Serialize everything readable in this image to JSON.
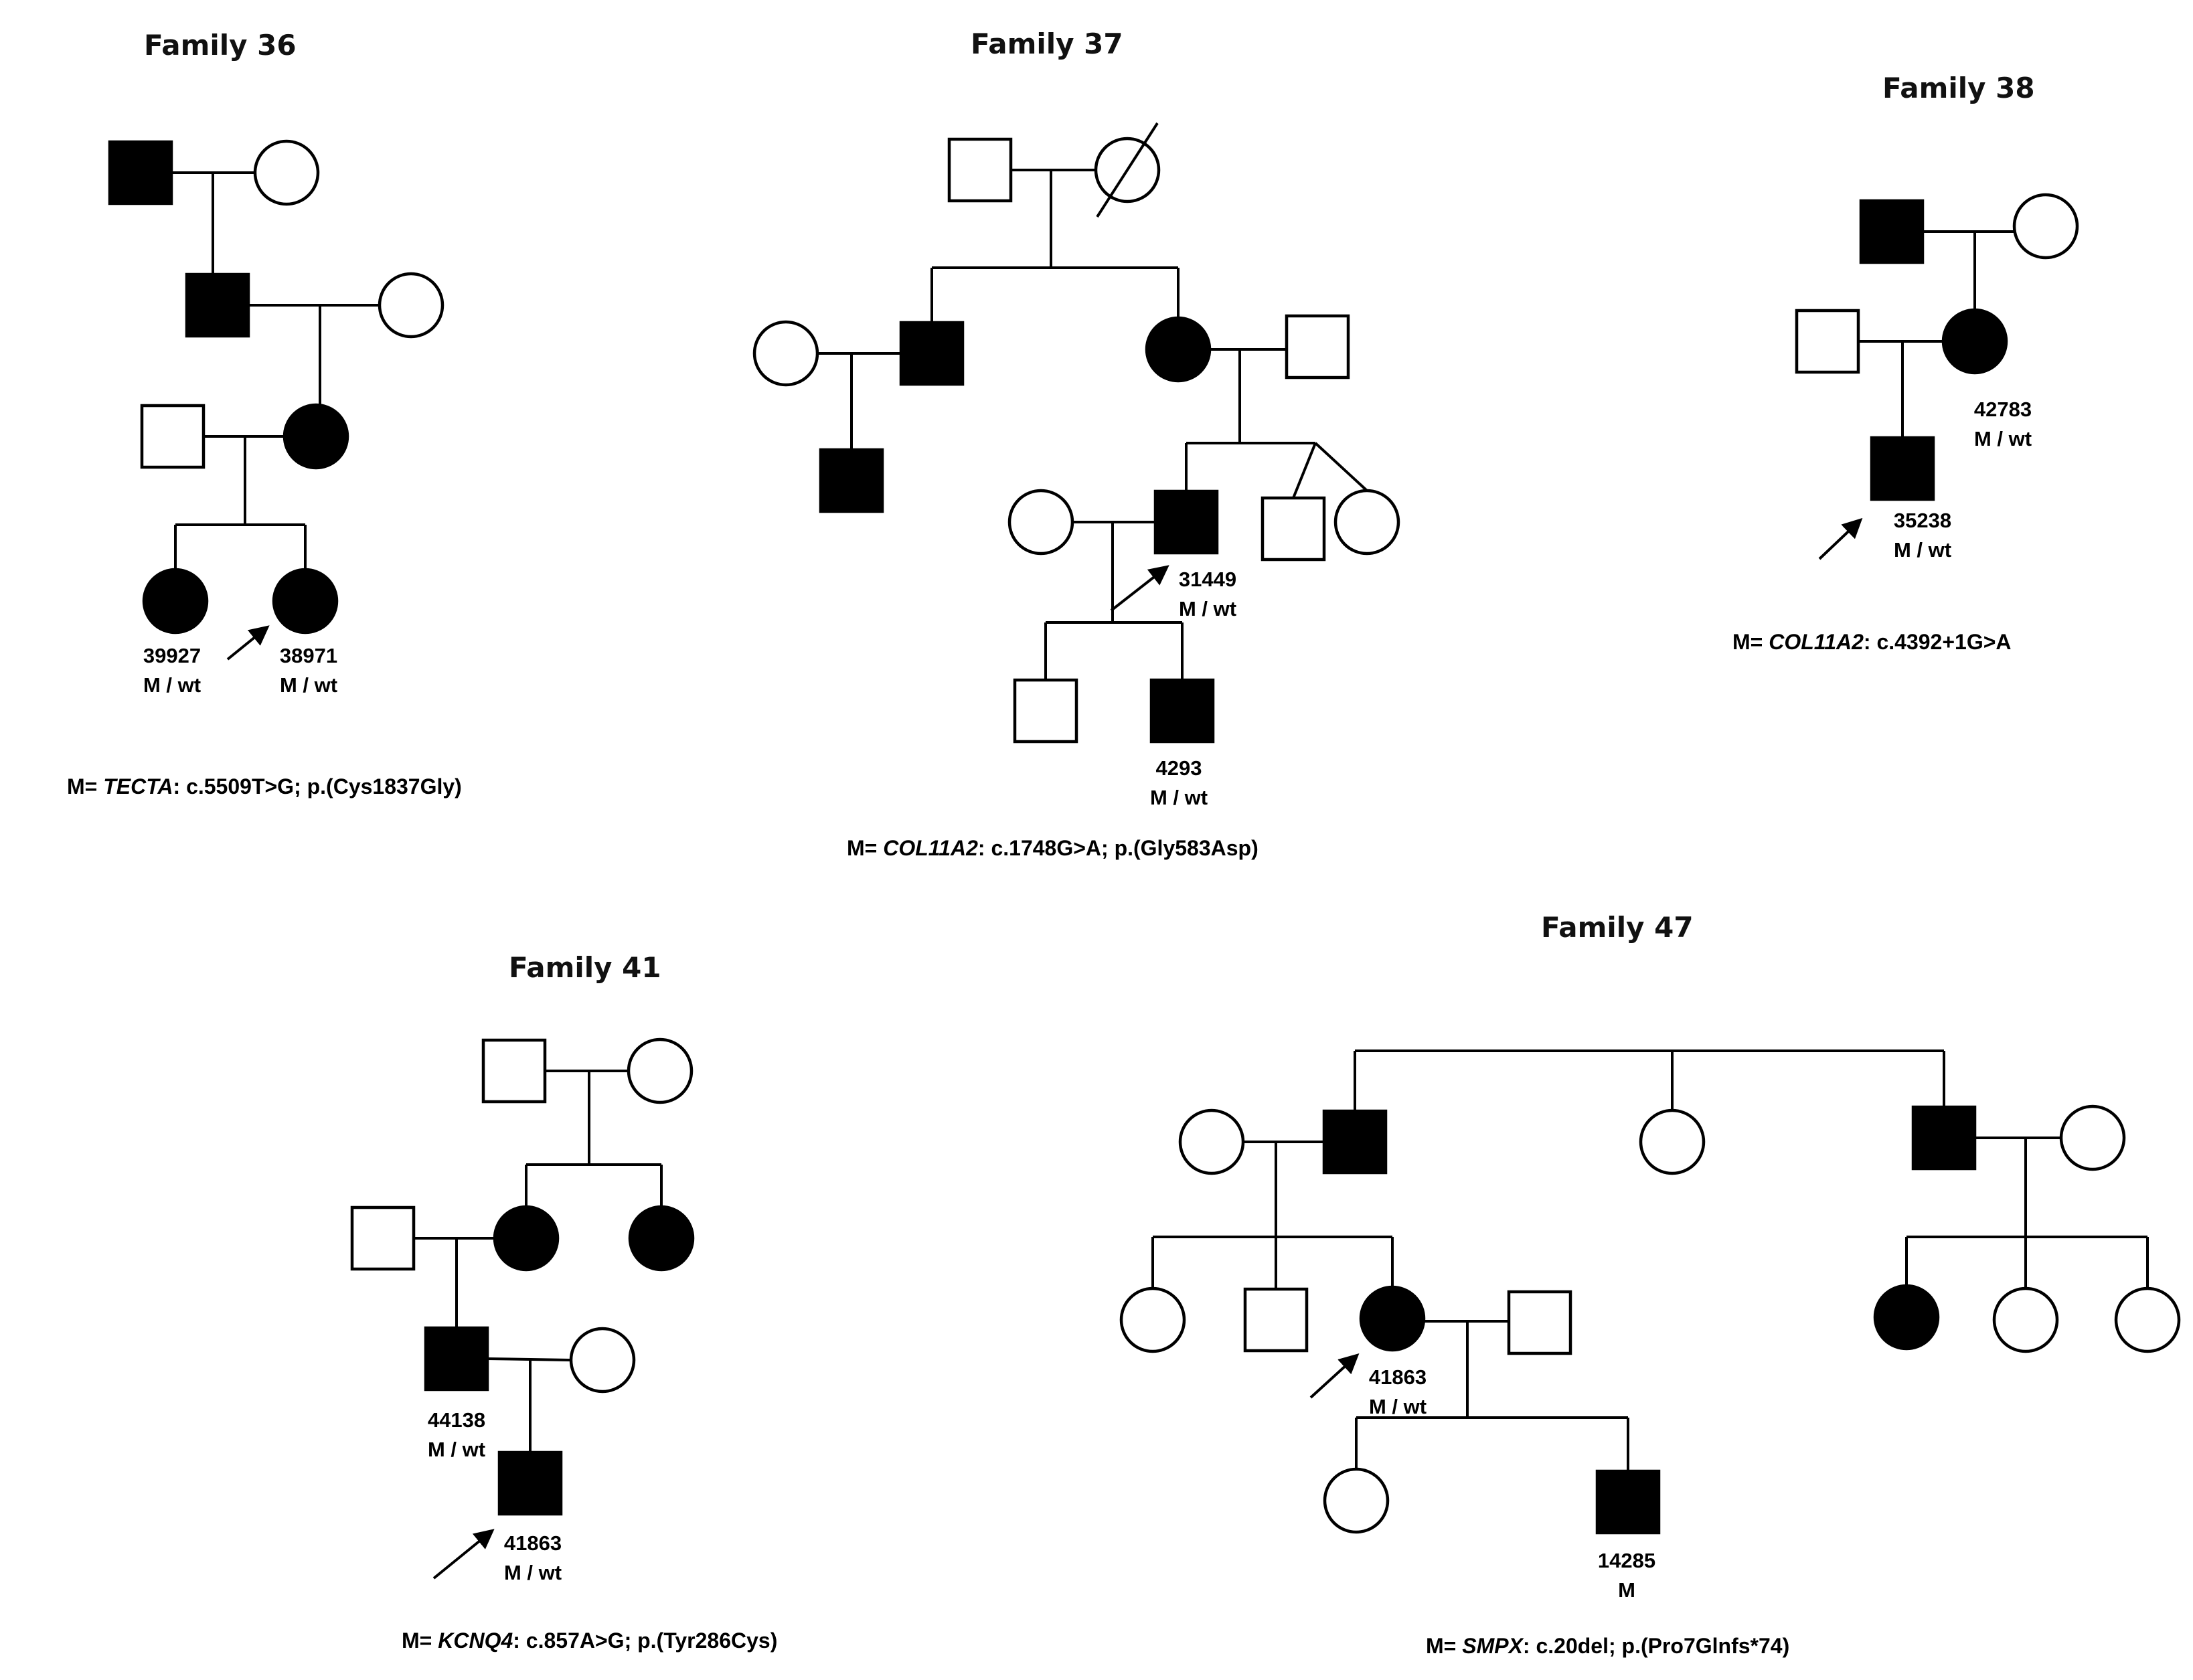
{
  "colors": {
    "affected": "#000000",
    "unaffected": "#ffffff",
    "line": "#000000"
  },
  "families": [
    {
      "title": "Family 36",
      "mutation": {
        "prefix": "M= ",
        "gene": "TECTA",
        "rest": ": c.5509T>G; p.(Cys1837Gly)"
      },
      "individuals": [
        {
          "sex": "male",
          "affected": true,
          "ids": []
        },
        {
          "sex": "female",
          "affected": false,
          "ids": []
        },
        {
          "sex": "male",
          "affected": true,
          "ids": []
        },
        {
          "sex": "female",
          "affected": false,
          "ids": []
        },
        {
          "sex": "male",
          "affected": false,
          "ids": []
        },
        {
          "sex": "female",
          "affected": true,
          "ids": []
        },
        {
          "sex": "female",
          "affected": true,
          "ids": [
            "39927",
            "M / wt"
          ]
        },
        {
          "sex": "female",
          "affected": true,
          "proband": true,
          "ids": [
            "38971",
            "M / wt"
          ]
        }
      ]
    },
    {
      "title": "Family 37",
      "mutation": {
        "prefix": "M= ",
        "gene": "COL11A2",
        "rest": ": c.1748G>A; p.(Gly583Asp)"
      },
      "individuals": [
        {
          "sex": "male",
          "affected": false,
          "ids": []
        },
        {
          "sex": "female",
          "affected": false,
          "deceased": true,
          "ids": []
        },
        {
          "sex": "female",
          "affected": false,
          "ids": []
        },
        {
          "sex": "male",
          "affected": true,
          "ids": []
        },
        {
          "sex": "female",
          "affected": true,
          "ids": []
        },
        {
          "sex": "male",
          "affected": false,
          "ids": []
        },
        {
          "sex": "male",
          "affected": true,
          "ids": []
        },
        {
          "sex": "female",
          "affected": false,
          "ids": []
        },
        {
          "sex": "male",
          "affected": true,
          "proband": true,
          "ids": [
            "31449",
            "M / wt"
          ]
        },
        {
          "sex": "male",
          "affected": false,
          "ids": []
        },
        {
          "sex": "female",
          "affected": false,
          "ids": []
        },
        {
          "sex": "male",
          "affected": false,
          "ids": []
        },
        {
          "sex": "male",
          "affected": true,
          "ids": [
            "4293",
            "M / wt"
          ]
        }
      ]
    },
    {
      "title": "Family 38",
      "mutation": {
        "prefix": "M= ",
        "gene": "COL11A2",
        "rest": ": c.4392+1G>A"
      },
      "individuals": [
        {
          "sex": "male",
          "affected": true,
          "ids": []
        },
        {
          "sex": "female",
          "affected": false,
          "ids": []
        },
        {
          "sex": "male",
          "affected": false,
          "ids": []
        },
        {
          "sex": "female",
          "affected": true,
          "ids": [
            "42783",
            "M / wt"
          ]
        },
        {
          "sex": "male",
          "affected": true,
          "proband": true,
          "ids": [
            "35238",
            "M / wt"
          ]
        }
      ]
    },
    {
      "title": "Family 41",
      "mutation": {
        "prefix": "M= ",
        "gene": "KCNQ4",
        "rest": ": c.857A>G; p.(Tyr286Cys)"
      },
      "individuals": [
        {
          "sex": "male",
          "affected": false,
          "ids": []
        },
        {
          "sex": "female",
          "affected": false,
          "ids": []
        },
        {
          "sex": "male",
          "affected": false,
          "ids": []
        },
        {
          "sex": "female",
          "affected": true,
          "ids": []
        },
        {
          "sex": "female",
          "affected": true,
          "ids": []
        },
        {
          "sex": "male",
          "affected": true,
          "ids": [
            "44138",
            "M / wt"
          ]
        },
        {
          "sex": "female",
          "affected": false,
          "ids": []
        },
        {
          "sex": "male",
          "affected": true,
          "proband": true,
          "ids": [
            "41863",
            "M / wt"
          ]
        }
      ]
    },
    {
      "title": "Family 47",
      "mutation": {
        "prefix": "M= ",
        "gene": "SMPX",
        "rest": ": c.20del; p.(Pro7Glnfs*74)"
      },
      "individuals": [
        {
          "sex": "female",
          "affected": false,
          "ids": []
        },
        {
          "sex": "male",
          "affected": true,
          "ids": []
        },
        {
          "sex": "female",
          "affected": false,
          "ids": []
        },
        {
          "sex": "male",
          "affected": true,
          "ids": []
        },
        {
          "sex": "female",
          "affected": false,
          "ids": []
        },
        {
          "sex": "female",
          "affected": false,
          "ids": []
        },
        {
          "sex": "male",
          "affected": false,
          "ids": []
        },
        {
          "sex": "female",
          "affected": true,
          "proband": true,
          "ids": [
            "41863",
            "M / wt"
          ]
        },
        {
          "sex": "male",
          "affected": false,
          "ids": []
        },
        {
          "sex": "female",
          "affected": true,
          "ids": []
        },
        {
          "sex": "female",
          "affected": false,
          "ids": []
        },
        {
          "sex": "female",
          "affected": false,
          "ids": []
        },
        {
          "sex": "female",
          "affected": false,
          "ids": []
        },
        {
          "sex": "male",
          "affected": true,
          "ids": [
            "14285",
            "M"
          ]
        }
      ]
    }
  ]
}
